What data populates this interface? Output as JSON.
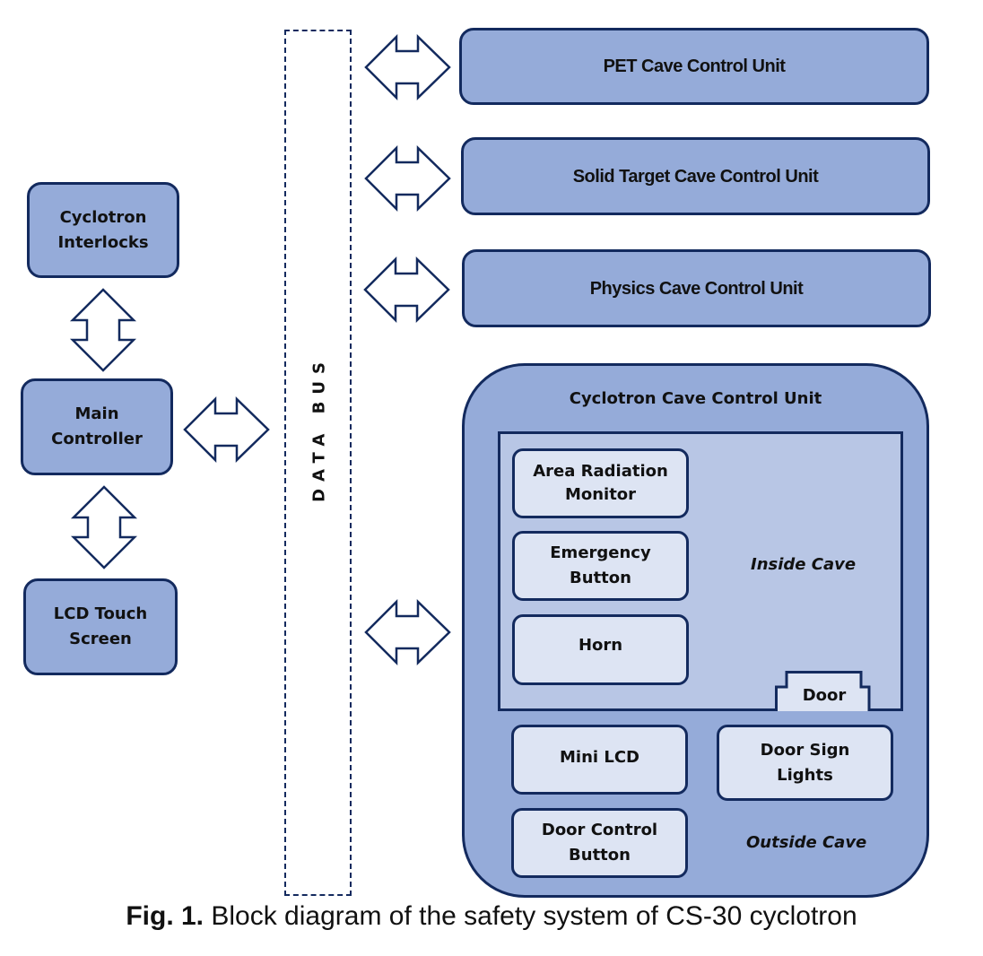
{
  "left_column": {
    "interlocks": "Cyclotron Interlocks",
    "main_controller": "Main Controller",
    "lcd": "LCD Touch Screen"
  },
  "data_bus": {
    "label": "DATA BUS"
  },
  "units": {
    "pet": "PET Cave Control Unit",
    "solid_target": "Solid Target Cave Control Unit",
    "physics": "Physics Cave Control Unit"
  },
  "cyclotron_cave": {
    "title": "Cyclotron Cave Control Unit",
    "inside_label": "Inside Cave",
    "outside_label": "Outside Cave",
    "door": "Door",
    "inside_items": [
      "Area Radiation Monitor",
      "Emergency Button",
      "Horn"
    ],
    "outside_items": [
      "Mini LCD",
      "Door Sign Lights",
      "Door Control Button"
    ]
  },
  "caption": {
    "label": "Fig. 1.",
    "text": " Block diagram of the safety system of CS-30 cyclotron"
  },
  "colors": {
    "block_fill": "#95abd9",
    "inner_fill": "#b8c6e5",
    "item_fill": "#dde4f3",
    "outline": "#132a5e"
  }
}
